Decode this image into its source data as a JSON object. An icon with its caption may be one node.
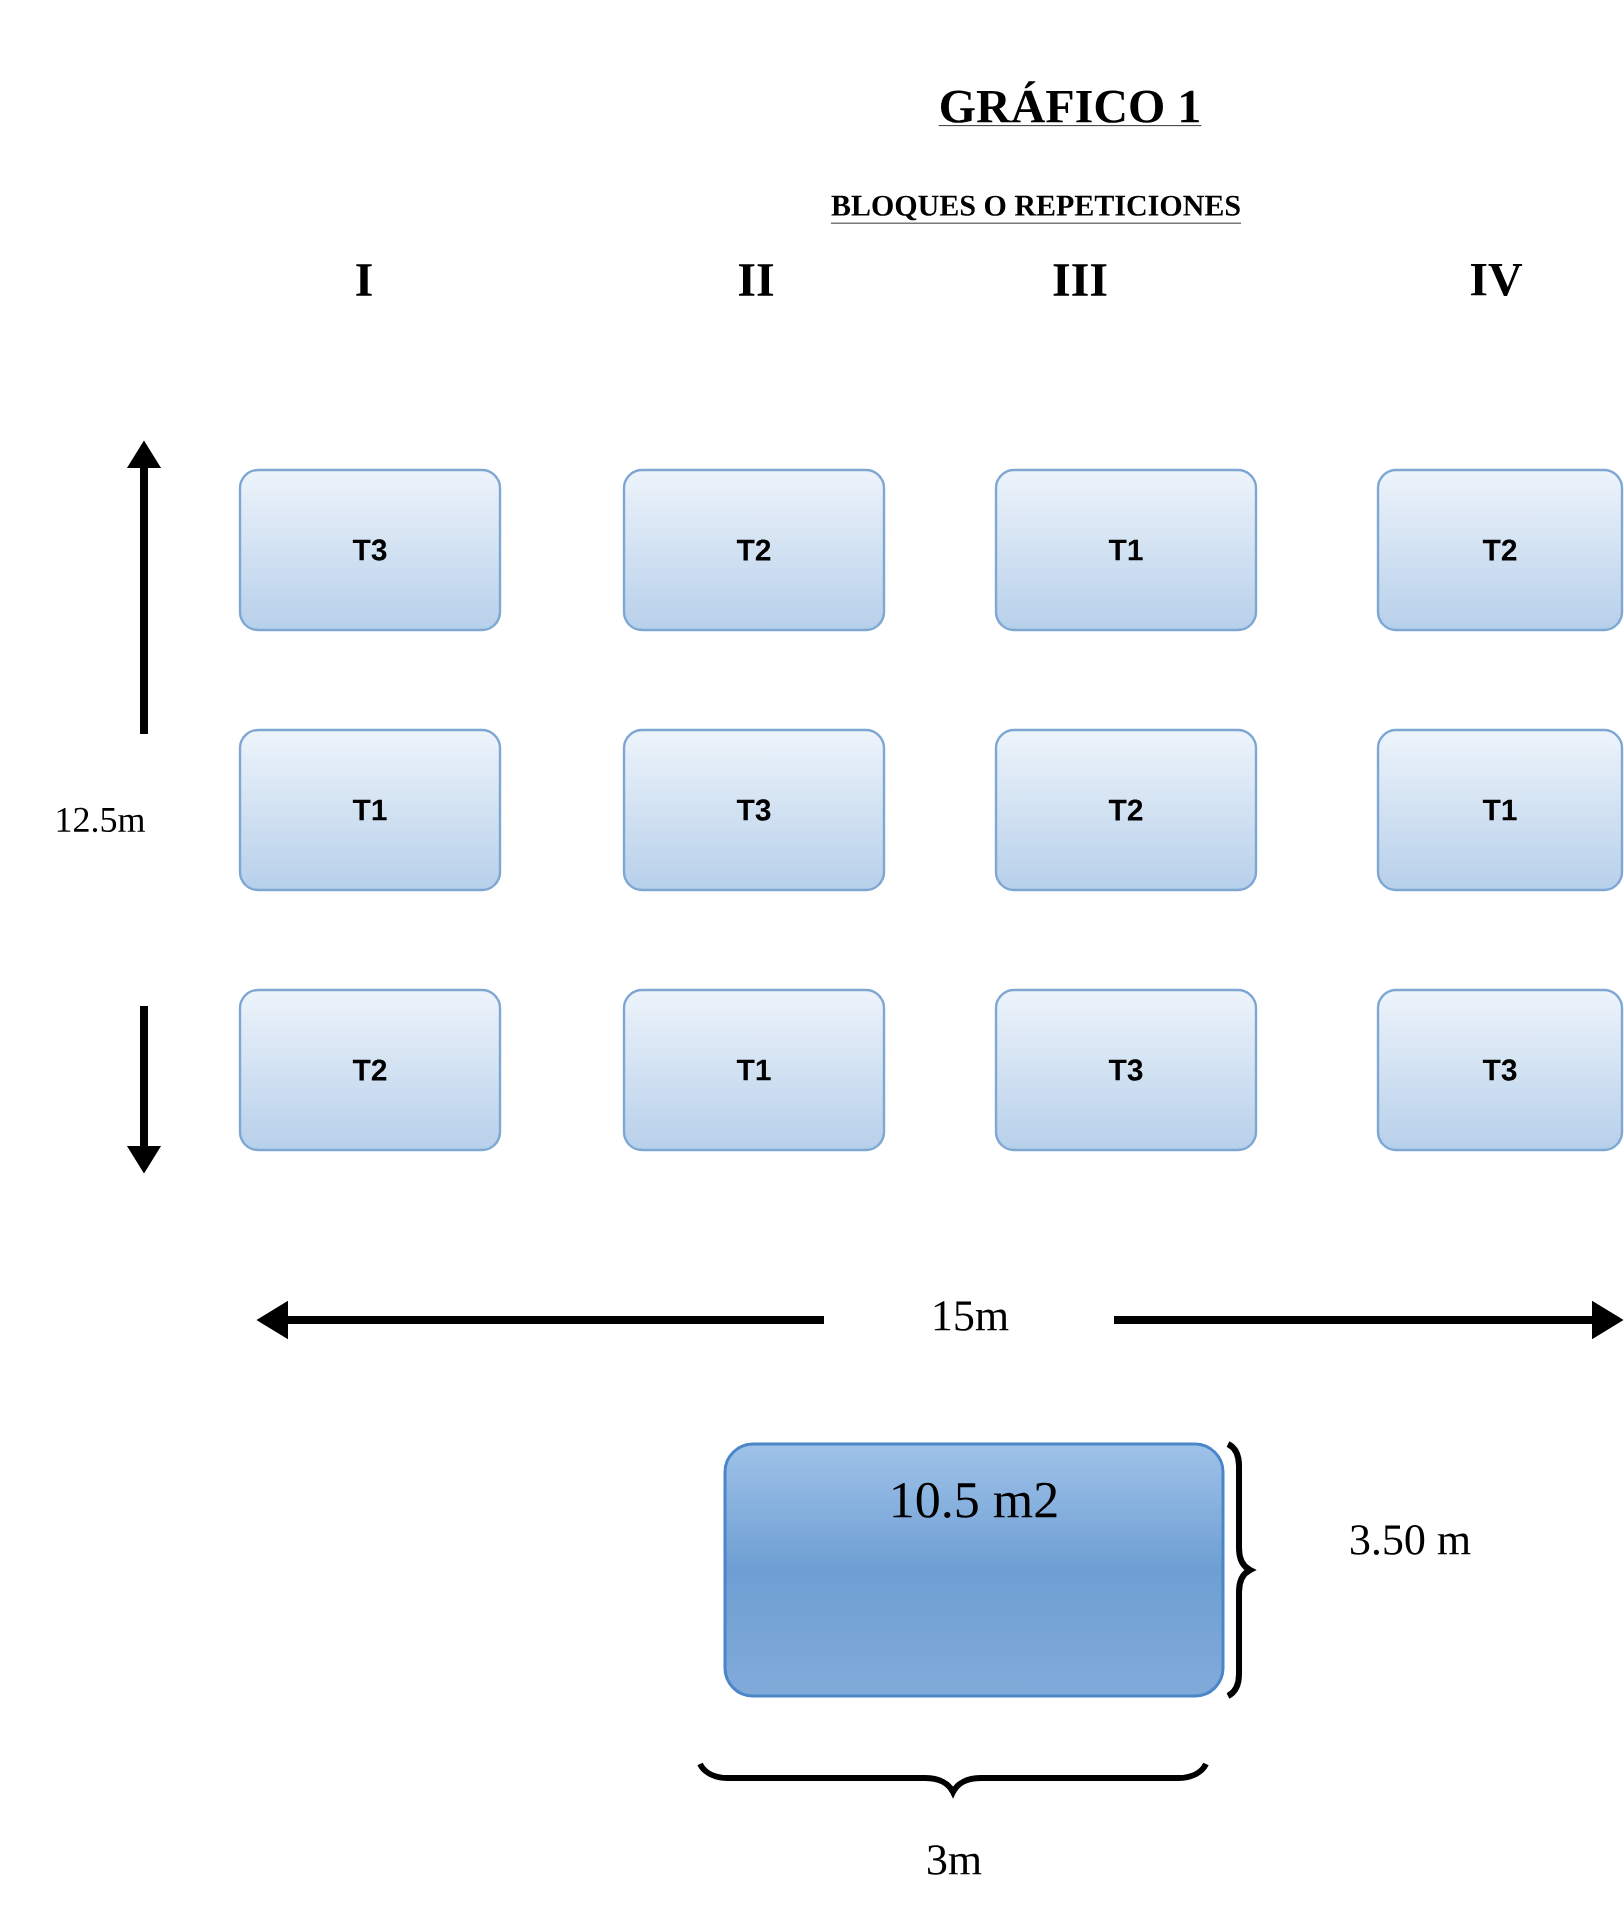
{
  "diagram": {
    "title": "GRÁFICO 1",
    "nodes": [
      {
        "text": [
          "T3"
        ]
      },
      {
        "text": [
          "T2"
        ]
      },
      {
        "text": [
          "T1"
        ]
      },
      {
        "text": [
          "T2"
        ]
      },
      {
        "text": [
          "T1"
        ]
      },
      {
        "text": [
          "T3"
        ]
      },
      {
        "text": [
          "T2"
        ]
      },
      {
        "text": [
          "T1"
        ]
      },
      {
        "text": [
          "T2"
        ]
      },
      {
        "text": [
          "T1"
        ]
      },
      {
        "text": [
          "T3"
        ]
      },
      {
        "text": [
          "T3"
        ]
      },
      {
        "text": [
          "10.5 m2"
        ]
      }
    ],
    "labels": [
      "BLOQUES O REPETICIONES",
      "I",
      "II",
      "III",
      "IV",
      "12.5m",
      "15m",
      "3.50 m",
      "3m"
    ]
  }
}
